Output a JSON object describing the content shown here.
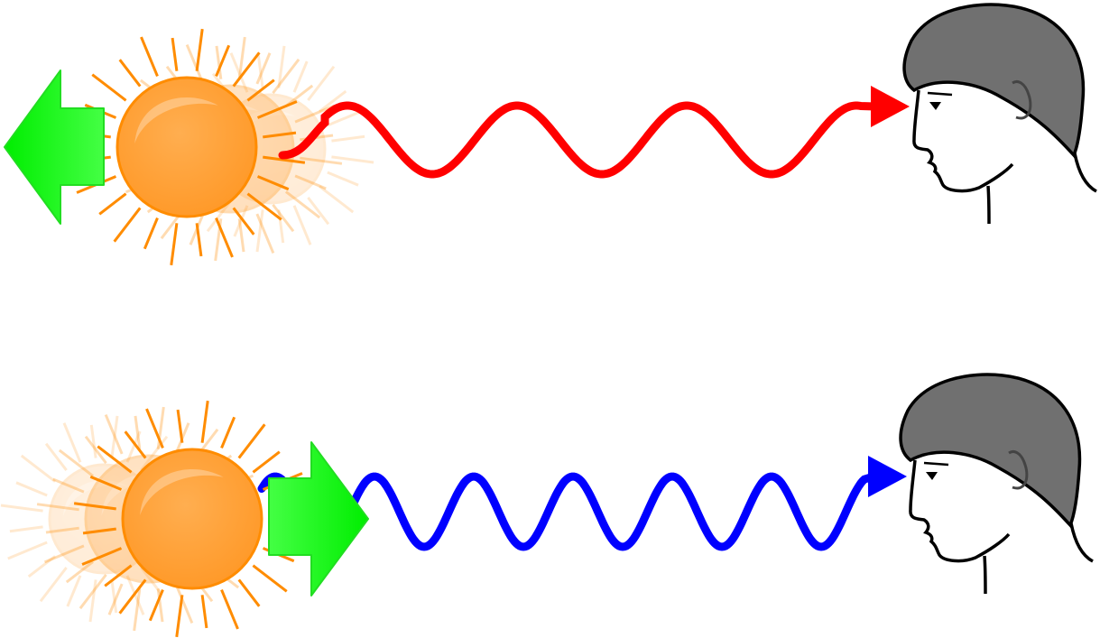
{
  "colors": {
    "sun_fill": "#ffa238",
    "sun_stroke": "#ff8c00",
    "motion_arrow": "#22ee22",
    "redshift_wave": "#ff0000",
    "blueshift_wave": "#0000ff",
    "hair": "#707070",
    "outline": "#000000"
  },
  "panels": [
    {
      "id": "receding",
      "motion_direction": "left",
      "wave_color": "red"
    },
    {
      "id": "approaching",
      "motion_direction": "right",
      "wave_color": "blue"
    }
  ]
}
